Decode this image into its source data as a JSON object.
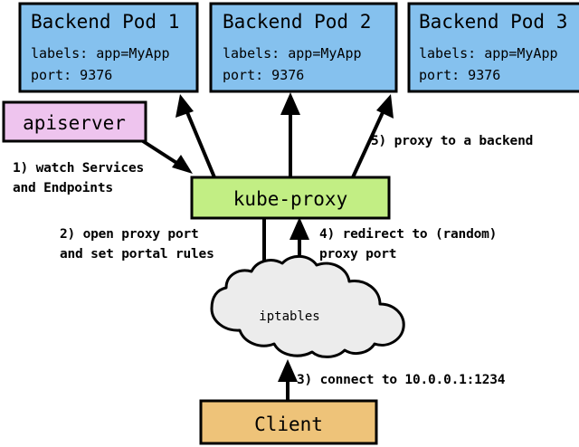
{
  "diagram": {
    "title": "kube-proxy service proxying flow",
    "background": "#ffffff",
    "colors": {
      "pod": "#85c1ee",
      "apiserver": "#eec4ee",
      "kube_proxy": "#c2ee84",
      "client": "#eec379",
      "cloud": "#ececec",
      "stroke": "#000000"
    },
    "nodes": {
      "pod1": {
        "title": "Backend Pod 1",
        "labels_line": "labels: app=MyApp",
        "port_line": "port: 9376"
      },
      "pod2": {
        "title": "Backend Pod 2",
        "labels_line": "labels: app=MyApp",
        "port_line": "port: 9376"
      },
      "pod3": {
        "title": "Backend Pod 3",
        "labels_line": "labels: app=MyApp",
        "port_line": "port: 9376"
      },
      "apiserver": {
        "title": "apiserver"
      },
      "kube_proxy": {
        "title": "kube-proxy"
      },
      "iptables": {
        "title": "iptables"
      },
      "client": {
        "title": "Client"
      }
    },
    "edge_labels": {
      "step1_line1": "1) watch Services",
      "step1_line2": "and Endpoints",
      "step2_line1": "2) open proxy port",
      "step2_line2": "and set portal rules",
      "step3_line1": "3) connect to 10.0.0.1:1234",
      "step4_line1": "4) redirect to (random)",
      "step4_line2": "proxy port",
      "step5_line1": "5) proxy to a backend"
    }
  }
}
